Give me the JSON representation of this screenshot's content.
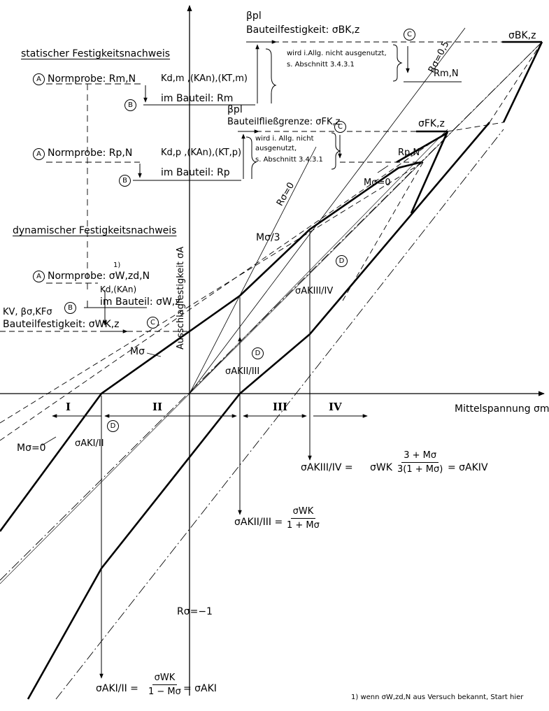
{
  "sections": {
    "static": "statischer  Festigkeitsnachweis",
    "dynamic": "dynamischer  Festigkeitsnachweis"
  },
  "steps": {
    "static_rm_norm": "Normprobe: Rm,N",
    "static_rm_factors": "Kd,m ,(KAn),(KT,m)",
    "static_rm_part": "im Bauteil: Rm",
    "static_rp_norm": "Normprobe: Rp,N",
    "static_rp_factors": "Kd,p ,(KAn),(KT,p)",
    "static_rp_part": "im Bauteil: Rp",
    "dyn_norm": "Normprobe: σW,zd,N",
    "dyn_footnote_mark": "1)",
    "dyn_factors": "Kd,(KAn)",
    "dyn_part": "im Bauteil: σW,z",
    "dyn_strength_factors": "KV, βσ,KFσ",
    "dyn_strength": "Bauteilfestigkeit: σWK,z"
  },
  "markers": [
    "A",
    "B",
    "C",
    "D"
  ],
  "top_block": {
    "beta_pl_1": "βpl",
    "bauteilfestigkeit": "Bauteilfestigkeit: σBK,z",
    "note_1_line1": "wird i.Allg. nicht ausgenutzt,",
    "note_1_line2": "s. Abschnitt  3.4.3.1",
    "beta_pl_2": "βpl",
    "fliessgrenze": "Bauteilfließgrenze: σFK,z",
    "note_2_line1": "wird i. Allg. nicht",
    "note_2_line2": "ausgenutzt,",
    "note_2_line3": "s. Abschnitt  3.4.3.1"
  },
  "curve_labels": {
    "sigma_bk": "σBK,z",
    "sigma_fk": "σFK,z",
    "rm_n": "Rm,N",
    "rp_n": "Rp,N",
    "r_05": "Rσ=0,5",
    "r_0": "Rσ=0",
    "r_minus1": "Rσ=−1",
    "m_sigma_0_top": "Mσ=0",
    "m_sigma_3": "Mσ/3",
    "m_sigma": "Mσ",
    "m_sigma_0_left": "Mσ=0"
  },
  "axes": {
    "y_label": "Ausschlagfestigkeit σA",
    "x_label": "Mittelspannung σm"
  },
  "regions": [
    "I",
    "II",
    "III",
    "IV"
  ],
  "amplitudes": {
    "ak_34": "σAKIII/IV",
    "ak_23": "σAKII/III",
    "ak_12": "σAKI/II"
  },
  "formulas": {
    "f34_lhs": "σAKIII/IV =",
    "f34_coef": "σWK",
    "f34_num": "3 + Mσ",
    "f34_den": "3(1 + Mσ)",
    "f34_rhs": "= σAKIV",
    "f23_lhs": "σAKII/III =",
    "f23_num": "σWK",
    "f23_den": "1 + Mσ",
    "f12_lhs": "σAKI/II =",
    "f12_num": "σWK",
    "f12_den": "1 − Mσ",
    "f12_rhs": "= σAKI"
  },
  "footnote": "1) wenn σW,zd,N aus Versuch  bekannt, Start hier"
}
